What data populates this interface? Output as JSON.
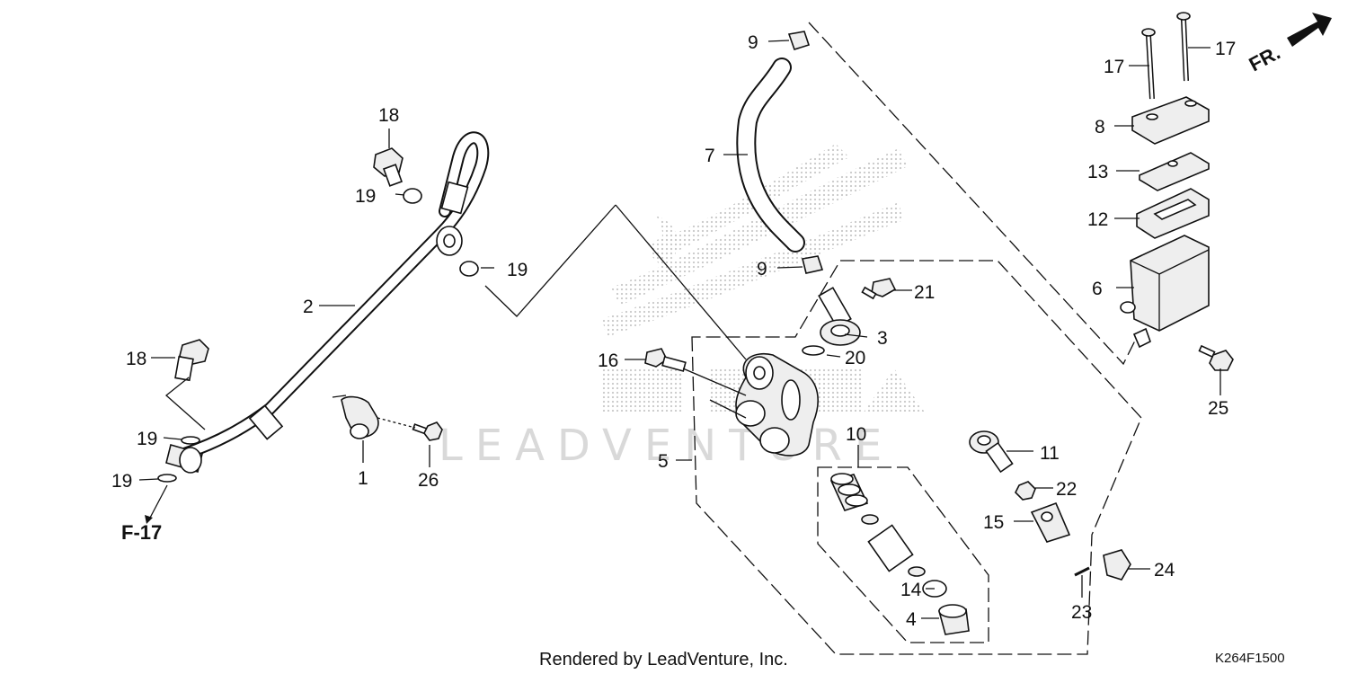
{
  "watermark": {
    "text": "LEADVENTURE"
  },
  "footer": {
    "rendered_by": "Rendered by LeadVenture, Inc.",
    "diagram_code": "K264F1500"
  },
  "direction_arrow": {
    "label": "FR."
  },
  "ref_page": {
    "label": "F-17"
  },
  "callouts": {
    "p1": "1",
    "p2": "2",
    "p3": "3",
    "p4": "4",
    "p5": "5",
    "p6": "6",
    "p7": "7",
    "p8": "8",
    "p9a": "9",
    "p9b": "9",
    "p10": "10",
    "p11": "11",
    "p12": "12",
    "p13": "13",
    "p14": "14",
    "p15": "15",
    "p16": "16",
    "p17a": "17",
    "p17b": "17",
    "p18a": "18",
    "p18b": "18",
    "p19a": "19",
    "p19b": "19",
    "p19c": "19",
    "p19d": "19",
    "p20": "20",
    "p21": "21",
    "p22": "22",
    "p23": "23",
    "p24": "24",
    "p25": "25",
    "p26": "26"
  },
  "colors": {
    "line": "#111111",
    "logo_dots": "#c8c8c8",
    "watermark": "#d9d9d9"
  }
}
